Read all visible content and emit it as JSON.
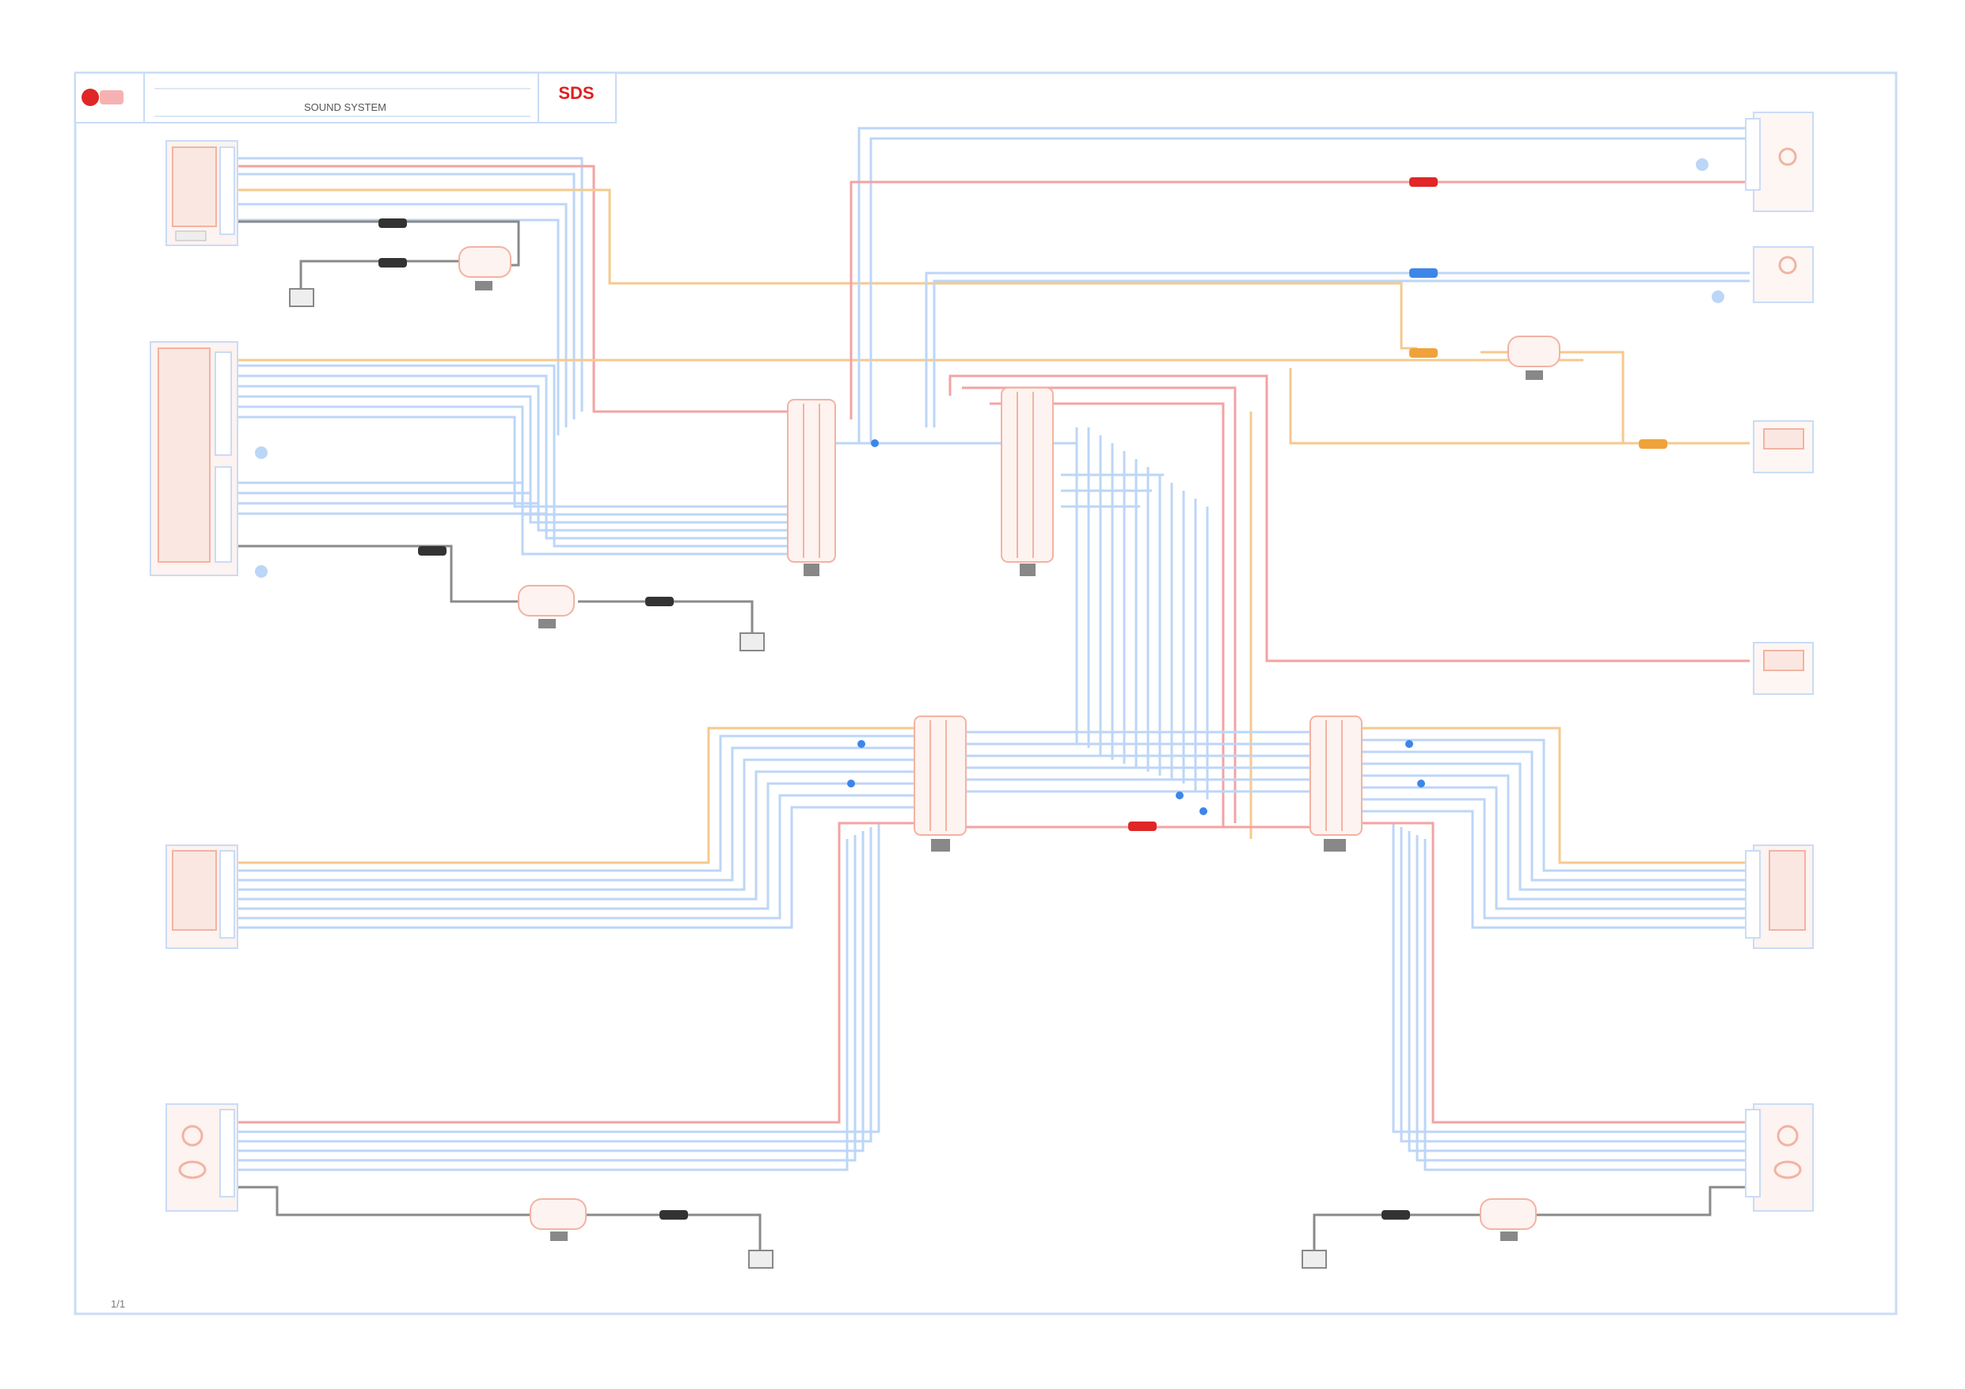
{
  "title_block": {
    "diagram_title": "SOUND SYSTEM",
    "code": "SDS"
  },
  "footer_ref": "1/1",
  "colors": {
    "frame": "#aac8ee",
    "wire_blue": "#bcd6f7",
    "wire_red": "#f3a3a3",
    "wire_orange": "#f6c98e",
    "wire_gray": "#8a8a8a",
    "component_fill": "#fbeee9",
    "component_stroke": "#f2b3a2",
    "terminal_blue": "#3d86e8",
    "fuse_red": "#e02626",
    "fuse_orange": "#f0a23a",
    "fuse_dark": "#333333",
    "fuse_blue": "#3d86e8"
  },
  "components": {
    "radio_unit": "radio-head-unit",
    "amplifier": "amplifier",
    "speakers_left": "left-door-speakers",
    "speakers_right": "right-door-speakers",
    "antenna": "antenna-module",
    "connectors": "inline-connectors",
    "grounds": "ground-points"
  }
}
